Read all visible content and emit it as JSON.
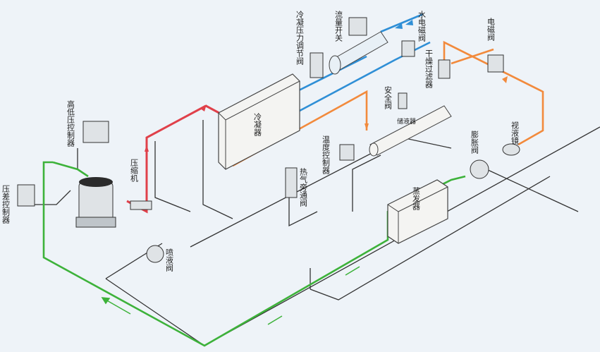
{
  "labels": {
    "pressure_diff_controller": "压差控制器",
    "high_low_pressure_controller": "高低压控制器",
    "compressor": "压缩机",
    "injection_valve": "喷液阀",
    "condenser_pressure_valve": "冷凝压力调节阀",
    "flow_switch": "流量开关",
    "water_solenoid_valve": "水电磁阀",
    "condenser": "冷凝器",
    "safety_valve": "安全阀",
    "receiver": "储液器",
    "dryer_filter": "干燥过滤器",
    "solenoid_valve": "电磁阀",
    "sight_glass": "视液镜",
    "expansion_valve": "膨胀阀",
    "temperature_controller": "温度控制器",
    "hot_gas_bypass_valve": "热气旁通阀",
    "evaporator": "蒸发器"
  },
  "colors": {
    "discharge_line": "#e0404a",
    "condensate_line": "#f28a3c",
    "water_line": "#2f8fd6",
    "suction_line": "#3db23a",
    "frame_line": "#333333"
  }
}
